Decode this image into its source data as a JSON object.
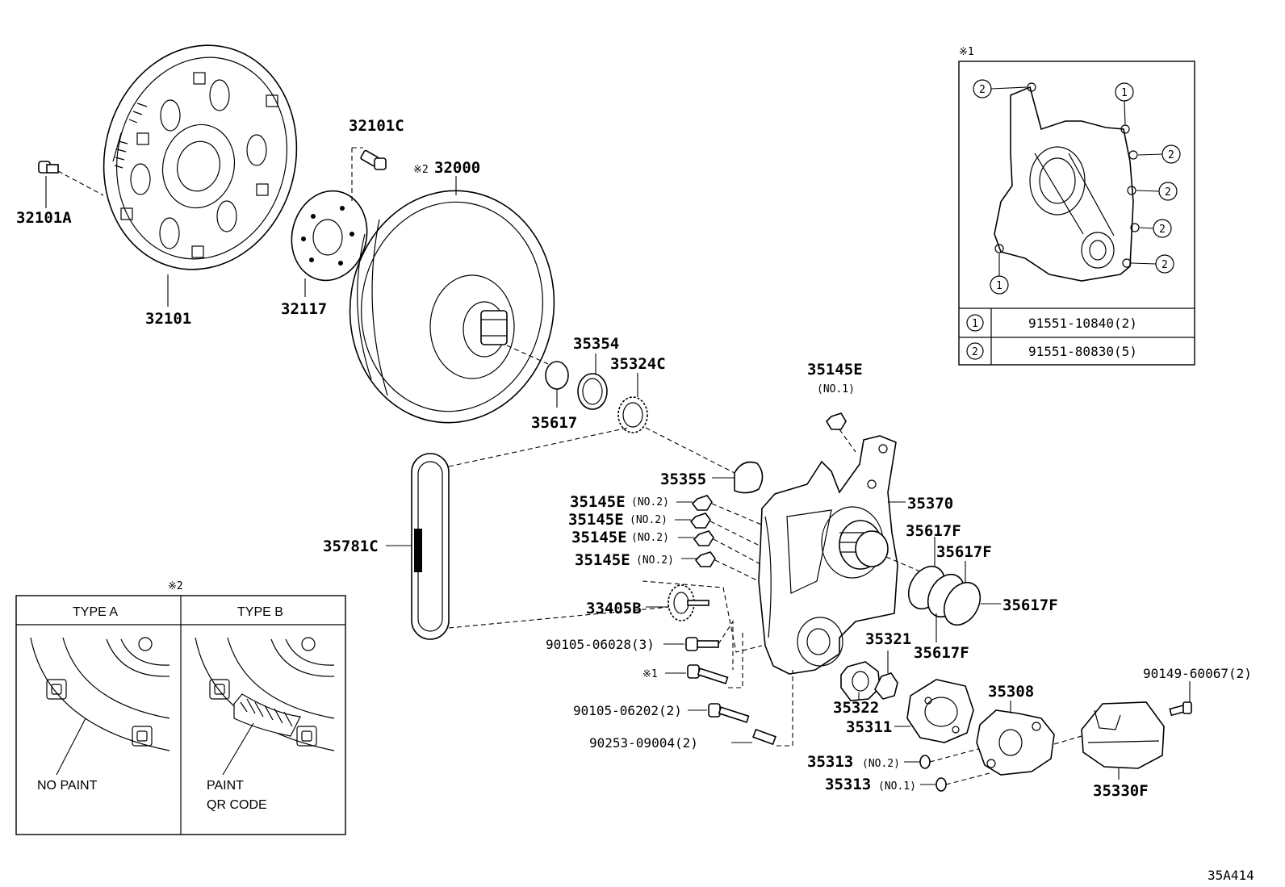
{
  "parts": {
    "p32101A": "32101A",
    "p32101": "32101",
    "p32101C": "32101C",
    "p32117": "32117",
    "p32000": "32000",
    "p32000_mark": "※2",
    "p35354": "35354",
    "p35324C": "35324C",
    "p35617": "35617",
    "p35145E_no1": "35145E",
    "p35145E_no1_note": "(NO.1)",
    "p35355": "35355",
    "p35145E_a": "35145E",
    "p35145E_b": "35145E",
    "p35145E_c": "35145E",
    "p35145E_d": "35145E",
    "no2_note": "(NO.2)",
    "p35781C": "35781C",
    "p35370": "35370",
    "p35617F_a": "35617F",
    "p35617F_b": "35617F",
    "p35617F_c": "35617F",
    "p35617F_d": "35617F",
    "p33405B": "33405B",
    "p90105_06028": "90105-06028(3)",
    "bolt_mark": "※1",
    "p90105_06202": "90105-06202(2)",
    "p90253_09004": "90253-09004(2)",
    "p35321": "35321",
    "p35322": "35322",
    "p35311": "35311",
    "p35308": "35308",
    "p35313_a": "35313",
    "p35313_a_note": "(NO.2)",
    "p35313_b": "35313",
    "p35313_b_note": "(NO.1)",
    "p90149_60067": "90149-60067(2)",
    "p35330F": "35330F"
  },
  "inset1": {
    "mark": "※1",
    "callout_1": "1",
    "callout_2": "2",
    "rows": [
      {
        "num": "1",
        "part": "91551-10840(2)"
      },
      {
        "num": "2",
        "part": "91551-80830(5)"
      }
    ]
  },
  "inset2": {
    "mark": "※2",
    "type_a": "TYPE A",
    "type_b": "TYPE B",
    "no_paint": "NO PAINT",
    "paint": "PAINT",
    "qr_code": "QR CODE"
  },
  "figure_id": "35A414"
}
